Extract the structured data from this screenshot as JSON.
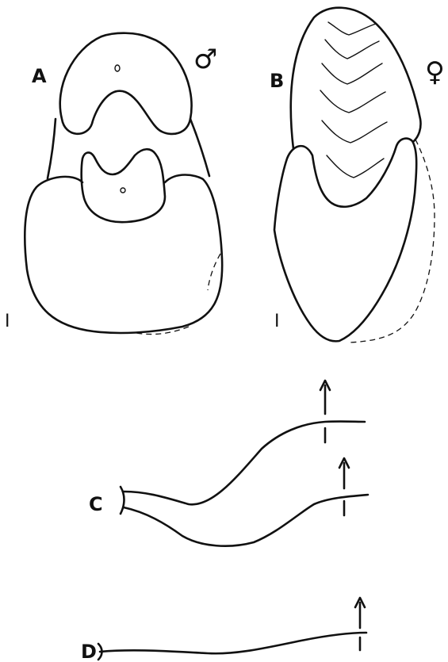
{
  "panels": {
    "a": {
      "label": "A",
      "sex_symbol": "♂",
      "scale_mark": "I"
    },
    "b": {
      "label": "B",
      "sex_symbol": "♀",
      "scale_mark": "I"
    },
    "c": {
      "label": "C"
    },
    "d": {
      "label": "D"
    }
  }
}
